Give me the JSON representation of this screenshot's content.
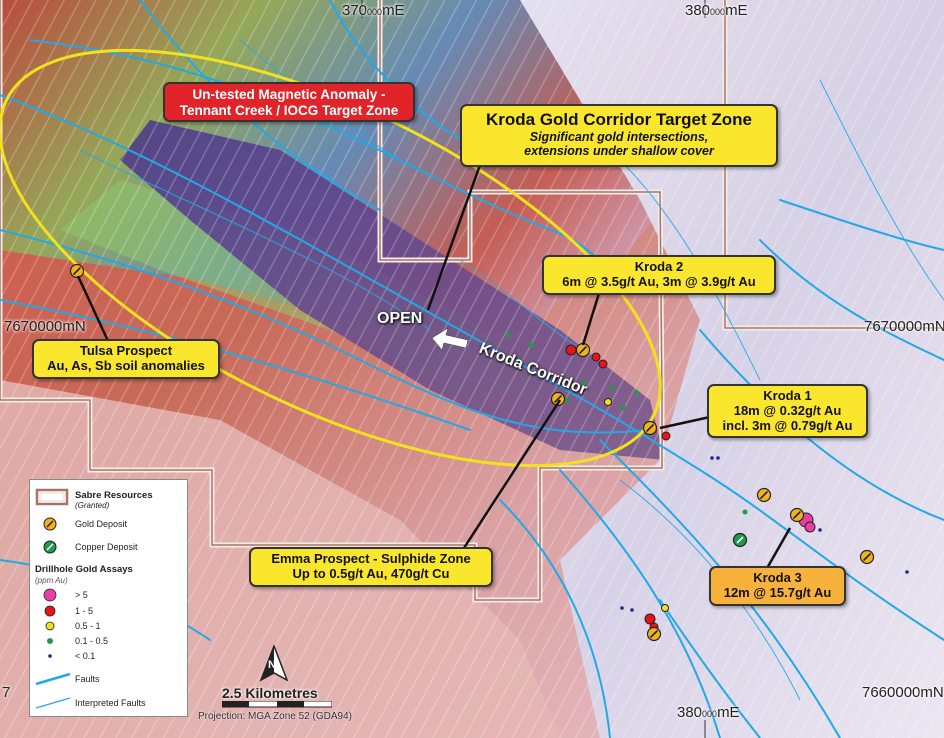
{
  "grid_labels": {
    "x_370_top": {
      "main": "370",
      "small": "000",
      "suffix": "mE"
    },
    "x_380_top": {
      "main": "380",
      "small": "000",
      "suffix": "mE"
    },
    "x_380_bottom": {
      "main": "380",
      "small": "000",
      "suffix": "mE"
    },
    "y_7670_left": {
      "main": "7670000",
      "suffix": "mN"
    },
    "y_7670_right": {
      "main": "7670000",
      "suffix": "mN"
    },
    "y_7660_right": {
      "main": "7660000",
      "suffix": "mN"
    },
    "y_7660_left": "7"
  },
  "callouts": {
    "magnetic": {
      "line1": "Un-tested Magnetic Anomaly -",
      "line2": "Tennant Creek / IOCG Target Zone"
    },
    "kroda_corridor_target": {
      "title": "Kroda Gold Corridor Target Zone",
      "sub1": "Significant gold intersections,",
      "sub2": "extensions under shallow cover"
    },
    "kroda2": {
      "title": "Kroda 2",
      "detail": "6m @ 3.5g/t Au, 3m @ 3.9g/t Au"
    },
    "tulsa": {
      "title": "Tulsa Prospect",
      "detail": "Au, As, Sb soil anomalies"
    },
    "kroda1": {
      "title": "Kroda 1",
      "detail1": "18m @ 0.32g/t Au",
      "detail2": "incl. 3m @ 0.79g/t Au"
    },
    "emma": {
      "title": "Emma Prospect - Sulphide Zone",
      "detail": "Up to 0.5g/t Au, 470g/t Cu"
    },
    "kroda3": {
      "title": "Kroda 3",
      "detail": "12m @ 15.7g/t Au"
    }
  },
  "map_labels": {
    "open": "OPEN",
    "corridor": "Kroda Corridor"
  },
  "legend": {
    "tenement": "Sabre Resources",
    "tenement_status": "(Granted)",
    "gold_deposit": "Gold Deposit",
    "copper_deposit": "Copper Deposit",
    "assays_title": "Drillhole Gold Assays",
    "assays_unit": "(ppm Au)",
    "assays": [
      {
        "label": "> 5",
        "color": "#e83fa6"
      },
      {
        "label": "1 - 5",
        "color": "#e8141c"
      },
      {
        "label": "0.5 - 1",
        "color": "#f2e21a"
      },
      {
        "label": "0.1 - 0.5",
        "color": "#1f9a4b"
      },
      {
        "label": "< 0.1",
        "color": "#1e2a80"
      }
    ],
    "faults": "Faults",
    "interpreted_faults": "Interpreted Faults"
  },
  "scale": {
    "label": "2.5 Kilometres",
    "projection": "Projection: MGA Zone 52 (GDA94)"
  },
  "north_arrow": "N",
  "colors": {
    "fault": "#23a8e6",
    "target_ellipse": "#f2e21a",
    "tenement": "#b08070",
    "callout_yellow": "#fbe62e",
    "callout_red": "#e0242a"
  }
}
